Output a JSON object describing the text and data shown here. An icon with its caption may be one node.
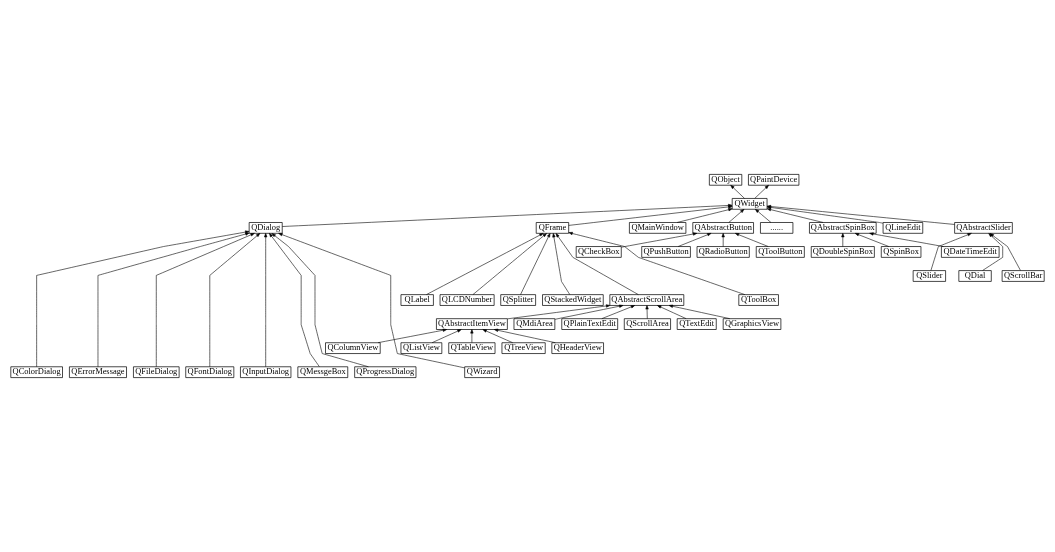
{
  "diagram": {
    "nodes": [
      {
        "text": [
          "QObject"
        ]
      },
      {
        "text": [
          "QPaintDevice"
        ]
      },
      {
        "text": [
          "QWidget"
        ]
      },
      {
        "text": [
          "QDialog"
        ]
      },
      {
        "text": [
          "QFrame"
        ]
      },
      {
        "text": [
          "QMainWindow"
        ]
      },
      {
        "text": [
          "QAbstractButton"
        ]
      },
      {
        "text": [
          "......"
        ]
      },
      {
        "text": [
          "QAbstractSlider"
        ]
      },
      {
        "text": [
          "QLineEdit"
        ]
      },
      {
        "text": [
          "QAbstractSpinBox"
        ]
      },
      {
        "text": [
          "QCheckBox"
        ]
      },
      {
        "text": [
          "QPushButton"
        ]
      },
      {
        "text": [
          "QRadioButton"
        ]
      },
      {
        "text": [
          "QToolButton"
        ]
      },
      {
        "text": [
          "QDateTimeEdit"
        ]
      },
      {
        "text": [
          "QDoubleSpinBox"
        ]
      },
      {
        "text": [
          "QSpinBox"
        ]
      },
      {
        "text": [
          "QDial"
        ]
      },
      {
        "text": [
          "QScrollBar"
        ]
      },
      {
        "text": [
          "QSlider"
        ]
      },
      {
        "text": [
          "QAbstractScrollArea"
        ]
      },
      {
        "text": [
          "QLabel"
        ]
      },
      {
        "text": [
          "QLCDNumber"
        ]
      },
      {
        "text": [
          "QSplitter"
        ]
      },
      {
        "text": [
          "QStackedWidget"
        ]
      },
      {
        "text": [
          "QToolBox"
        ]
      },
      {
        "text": [
          "QAbstractItemView"
        ]
      },
      {
        "text": [
          "QGraphicsView"
        ]
      },
      {
        "text": [
          "QMdiArea"
        ]
      },
      {
        "text": [
          "QPlainTextEdit"
        ]
      },
      {
        "text": [
          "QScrollArea"
        ]
      },
      {
        "text": [
          "QTextEdit"
        ]
      },
      {
        "text": [
          "QColumnView"
        ]
      },
      {
        "text": [
          "QHeaderView"
        ]
      },
      {
        "text": [
          "QListView"
        ]
      },
      {
        "text": [
          "QTableView"
        ]
      },
      {
        "text": [
          "QTreeView"
        ]
      },
      {
        "text": [
          "QProgressDialog"
        ]
      },
      {
        "text": [
          "QColorDialog"
        ]
      },
      {
        "text": [
          "QErrorMessage"
        ]
      },
      {
        "text": [
          "QFileDialog"
        ]
      },
      {
        "text": [
          "QFontDialog"
        ]
      },
      {
        "text": [
          "QInputDialog"
        ]
      },
      {
        "text": [
          "QMessgeBox"
        ]
      },
      {
        "text": [
          "QWizard"
        ]
      }
    ],
    "edges": [
      {
        "from": 2,
        "to": 0,
        "arrow": "to"
      },
      {
        "from": 2,
        "to": 1,
        "arrow": "to"
      },
      {
        "from": 3,
        "to": 2,
        "arrow": "to"
      },
      {
        "from": 4,
        "to": 2,
        "arrow": "to"
      },
      {
        "from": 5,
        "to": 2,
        "arrow": "to"
      },
      {
        "from": 6,
        "to": 2,
        "arrow": "to"
      },
      {
        "from": 7,
        "to": 2,
        "arrow": "to"
      },
      {
        "from": 8,
        "to": 2,
        "arrow": "to"
      },
      {
        "from": 9,
        "to": 2,
        "arrow": "to"
      },
      {
        "from": 10,
        "to": 2,
        "arrow": "to"
      },
      {
        "from": 11,
        "to": 6,
        "arrow": "to"
      },
      {
        "from": 12,
        "to": 6,
        "arrow": "to"
      },
      {
        "from": 13,
        "to": 6,
        "arrow": "to"
      },
      {
        "from": 14,
        "to": 6,
        "arrow": "to"
      },
      {
        "from": 15,
        "to": 10,
        "arrow": "to"
      },
      {
        "from": 16,
        "to": 10,
        "arrow": "to"
      },
      {
        "from": 17,
        "to": 10,
        "arrow": "to"
      },
      {
        "from": 18,
        "to": 8,
        "arrow": "to"
      },
      {
        "from": 19,
        "to": 8,
        "arrow": "to"
      },
      {
        "from": 20,
        "to": 8,
        "arrow": "to"
      },
      {
        "from": 21,
        "to": 4,
        "arrow": "to"
      },
      {
        "from": 22,
        "to": 4,
        "arrow": "to"
      },
      {
        "from": 23,
        "to": 4,
        "arrow": "to"
      },
      {
        "from": 24,
        "to": 4,
        "arrow": "to"
      },
      {
        "from": 25,
        "to": 4,
        "arrow": "to"
      },
      {
        "from": 26,
        "to": 4,
        "arrow": "to"
      },
      {
        "from": 27,
        "to": 21,
        "arrow": "to"
      },
      {
        "from": 28,
        "to": 21,
        "arrow": "to"
      },
      {
        "from": 29,
        "to": 21,
        "arrow": "to"
      },
      {
        "from": 30,
        "to": 21,
        "arrow": "to"
      },
      {
        "from": 31,
        "to": 21,
        "arrow": "to"
      },
      {
        "from": 32,
        "to": 21,
        "arrow": "to"
      },
      {
        "from": 33,
        "to": 27,
        "arrow": "to"
      },
      {
        "from": 34,
        "to": 27,
        "arrow": "to"
      },
      {
        "from": 35,
        "to": 27,
        "arrow": "to"
      },
      {
        "from": 36,
        "to": 27,
        "arrow": "to"
      },
      {
        "from": 37,
        "to": 27,
        "arrow": "to"
      },
      {
        "from": 38,
        "to": 3,
        "arrow": "to"
      },
      {
        "from": 39,
        "to": 3,
        "arrow": "to"
      },
      {
        "from": 40,
        "to": 3,
        "arrow": "to"
      },
      {
        "from": 41,
        "to": 3,
        "arrow": "to"
      },
      {
        "from": 42,
        "to": 3,
        "arrow": "to"
      },
      {
        "from": 43,
        "to": 3,
        "arrow": "to"
      },
      {
        "from": 44,
        "to": 3,
        "arrow": "to"
      },
      {
        "from": 45,
        "to": 3,
        "arrow": "to"
      }
    ]
  }
}
